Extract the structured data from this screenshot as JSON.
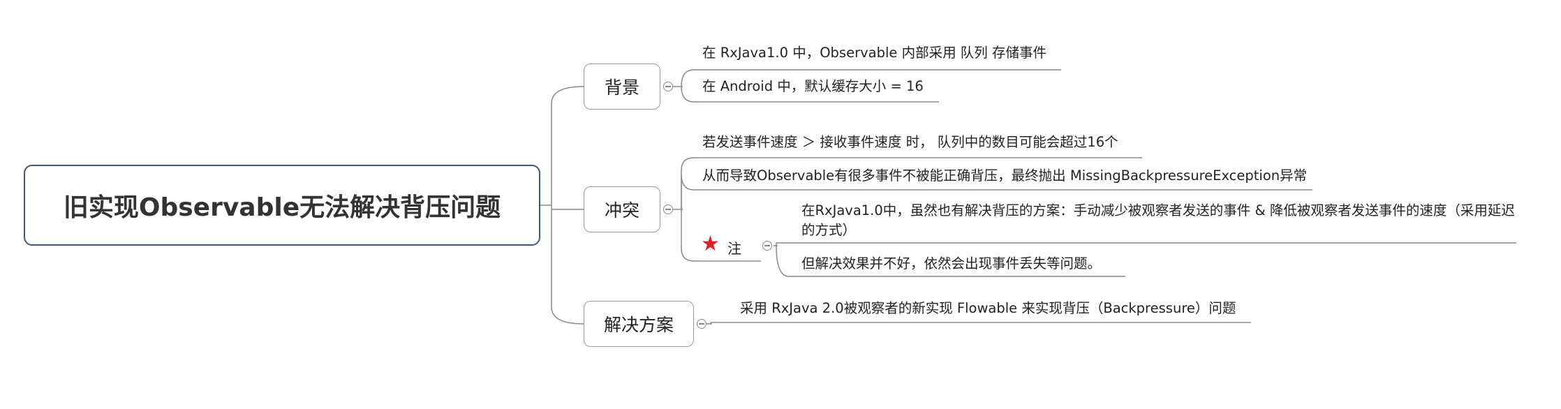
{
  "root": {
    "title": "旧实现Observable无法解决背压问题"
  },
  "branches": [
    {
      "label": "背景",
      "leaves": [
        "在 RxJava1.0 中，Observable 内部采用 队列 存储事件",
        "在 Android 中，默认缓存大小 = 16"
      ]
    },
    {
      "label": "冲突",
      "leaves": [
        "若发送事件速度 ＞ 接收事件速度 时， 队列中的数目可能会超过16个",
        "从而导致Observable有很多事件不被能正确背压，最终抛出 MissingBackpressureException异常"
      ],
      "note": {
        "icon": "star-icon",
        "label": "注",
        "items": [
          "在RxJava1.0中，虽然也有解决背压的方案：手动减少被观察者发送的事件 & 降低被观察者发送事件的速度（采用延迟的方式）",
          "但解决效果并不好，依然会出现事件丢失等问题。"
        ]
      }
    },
    {
      "label": "解决方案",
      "leaves": [
        "采用 RxJava 2.0被观察者的新实现 Flowable 来实现背压（Backpressure）问题"
      ]
    }
  ],
  "colors": {
    "root_border": "#3f5878",
    "line": "#8a8a8a",
    "star": "#e02020"
  }
}
